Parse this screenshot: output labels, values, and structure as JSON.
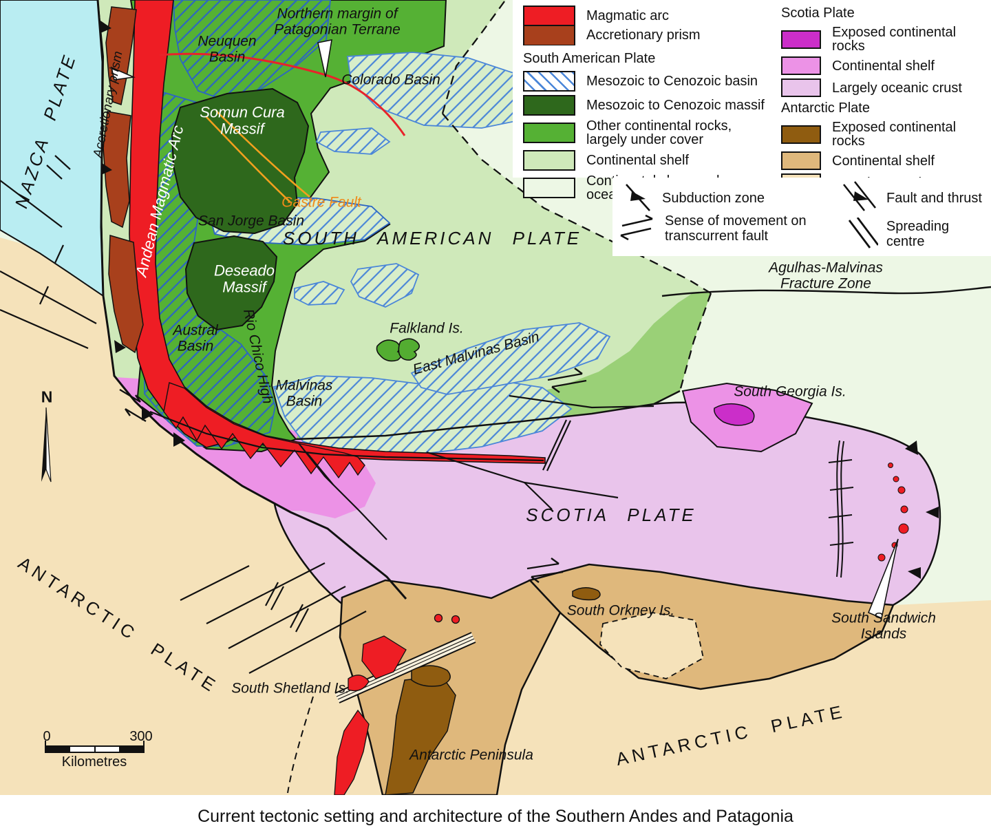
{
  "caption": "Current tectonic setting and architecture of the Southern Andes and Patagonia",
  "legend": {
    "arc_items": [
      {
        "label": "Magmatic arc",
        "color": "#ee1d24"
      },
      {
        "label": "Accretionary prism",
        "color": "#a8401c"
      }
    ],
    "groups": [
      {
        "title": "South American Plate",
        "items": [
          {
            "label": "Mesozoic to Cenozoic basin",
            "swatch": "hatch",
            "color": "#ffffff"
          },
          {
            "label": "Mesozoic to Cenozoic massif",
            "color": "#2e681c"
          },
          {
            "label": "Other continental rocks,\n  largely under cover",
            "color": "#55b134"
          },
          {
            "label": "Continental shelf",
            "color": "#cfe9ba"
          },
          {
            "label": "Continental slope and\n  oceanic crust",
            "color": "#edf7e5"
          }
        ]
      },
      {
        "title": "Scotia Plate",
        "items": [
          {
            "label": "Exposed continental rocks",
            "color": "#cb2ec9"
          },
          {
            "label": "Continental shelf",
            "color": "#ec92e6"
          },
          {
            "label": "Largely oceanic crust",
            "color": "#e9c4eb"
          }
        ]
      },
      {
        "title": "Antarctic Plate",
        "items": [
          {
            "label": "Exposed continental rocks",
            "color": "#8f5c10"
          },
          {
            "label": "Continental shelf",
            "color": "#dfb87c"
          },
          {
            "label": "Largely oceanic crust",
            "color": "#f5e2ba"
          }
        ]
      }
    ],
    "symbols": [
      {
        "label": "Subduction zone"
      },
      {
        "label": "Sense of movement on\ntranscurrent fault"
      },
      {
        "label": "Fault and thrust"
      },
      {
        "label": "Spreading centre"
      }
    ]
  },
  "map_labels": {
    "nazca_plate": "NAZCA PLATE",
    "accretionary_prism": "Accretionary prism",
    "andean_arc": "Andean Magmatic Arc",
    "neuquen_basin": "Neuquen\nBasin",
    "northern_margin": "Northern margin of\nPatagonian Terrane",
    "colorado_basin": "Colorado Basin",
    "somun_cura": "Somun Cura\nMassif",
    "gastre_fault": "Gastre Fault",
    "san_jorge": "San Jorge Basin",
    "south_american_plate": "SOUTH AMERICAN PLATE",
    "deseado": "Deseado\nMassif",
    "austral": "Austral\nBasin",
    "rio_chico": "Rio Chico High",
    "malvinas_basin": "Malvinas\nBasin",
    "falkland": "Falkland Is.",
    "east_malvinas": "East Malvinas Basin",
    "agulhas": "Agulhas-Malvinas Fracture Zone",
    "south_georgia": "South Georgia Is.",
    "scotia_plate": "SCOTIA PLATE",
    "south_sandwich": "South Sandwich Islands",
    "south_orkney": "South Orkney Is.",
    "south_shetland": "South Shetland Is.",
    "antarctic_peninsula": "Antarctic Peninsula",
    "antarctic_plate_w": "ANTARCTIC PLATE",
    "antarctic_plate_e": "ANTARCTIC PLATE",
    "compass_n": "N"
  },
  "scale_bar": {
    "start": "0",
    "end": "300",
    "unit": "Kilometres"
  }
}
